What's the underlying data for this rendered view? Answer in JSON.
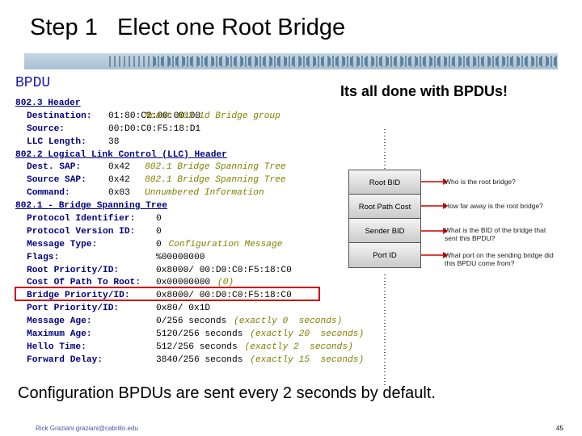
{
  "slide": {
    "title": "Step 1   Elect one Root Bridge",
    "bpdu_label": "BPDU",
    "all_done": "Its all done with BPDUs!",
    "footer": "Configuration BPDUs are sent every 2 seconds by default.",
    "credit": "Rick Graziani  graziani@cabrillo.edu",
    "page_number": "45"
  },
  "listing": [
    {
      "type": "header",
      "text": "802.3 Header"
    },
    {
      "type": "field",
      "label": "Destination:",
      "value": "01:80:C2:00:00:00",
      "comment": "Mcast 802.1d Bridge group"
    },
    {
      "type": "field",
      "label": "Source:",
      "value": "00:D0:C0:F5:18:D1",
      "comment": ""
    },
    {
      "type": "field",
      "label": "LLC Length:",
      "value": "38",
      "comment": ""
    },
    {
      "type": "header",
      "text": "802.2 Logical Link Control (LLC) Header"
    },
    {
      "type": "field",
      "label": "Dest. SAP:",
      "value": "0x42",
      "comment": "802.1 Bridge Spanning Tree"
    },
    {
      "type": "field",
      "label": "Source SAP:",
      "value": "0x42",
      "comment": "802.1 Bridge Spanning Tree"
    },
    {
      "type": "field",
      "label": "Command:",
      "value": "0x03",
      "comment": "Unnumbered Information"
    },
    {
      "type": "header",
      "text": "802.1 - Bridge Spanning Tree"
    },
    {
      "type": "field2",
      "label": "Protocol Identifier:",
      "value": "0",
      "comment": ""
    },
    {
      "type": "field2",
      "label": "Protocol Version ID:",
      "value": "0",
      "comment": ""
    },
    {
      "type": "field2",
      "label": "Message Type:",
      "value": "0",
      "comment": "Configuration Message"
    },
    {
      "type": "field2",
      "label": "Flags:",
      "value": "%00000000",
      "comment": ""
    },
    {
      "type": "field2",
      "label": "Root Priority/ID:",
      "value": "0x8000/ 00:D0:C0:F5:18:C0",
      "comment": ""
    },
    {
      "type": "field2",
      "label": "Cost Of Path To Root:",
      "value": "0x00000000",
      "comment": "(0)"
    },
    {
      "type": "field2",
      "label": "Bridge Priority/ID:",
      "value": "0x8000/ 00:D0:C0:F5:18:C0",
      "comment": ""
    },
    {
      "type": "field2",
      "label": "Port Priority/ID:",
      "value": "0x80/ 0x1D",
      "comment": ""
    },
    {
      "type": "field2",
      "label": "Message Age:",
      "value": "0/256 seconds",
      "comment": "(exactly 0  seconds)"
    },
    {
      "type": "field2",
      "label": "Maximum Age:",
      "value": "5120/256 seconds",
      "comment": "(exactly 20  seconds)"
    },
    {
      "type": "field2",
      "label": "Hello Time:",
      "value": "512/256 seconds",
      "comment": "(exactly 2  seconds)"
    },
    {
      "type": "field2",
      "label": "Forward Delay:",
      "value": "3840/256 seconds",
      "comment": "(exactly 15  seconds)"
    }
  ],
  "diagram": {
    "fields": [
      "Root BID",
      "Root Path Cost",
      "Sender BID",
      "Port ID"
    ],
    "questions": [
      "Who is the root bridge?",
      "How far away is the root bridge?",
      "What is the BID of the bridge that sent this BPDU?",
      "What port on the sending bridge did this BPDU come from?"
    ]
  },
  "colors": {
    "label": "#000080",
    "comment": "#808000",
    "highlight": "#cc0000",
    "arrow": "#cc0000"
  }
}
